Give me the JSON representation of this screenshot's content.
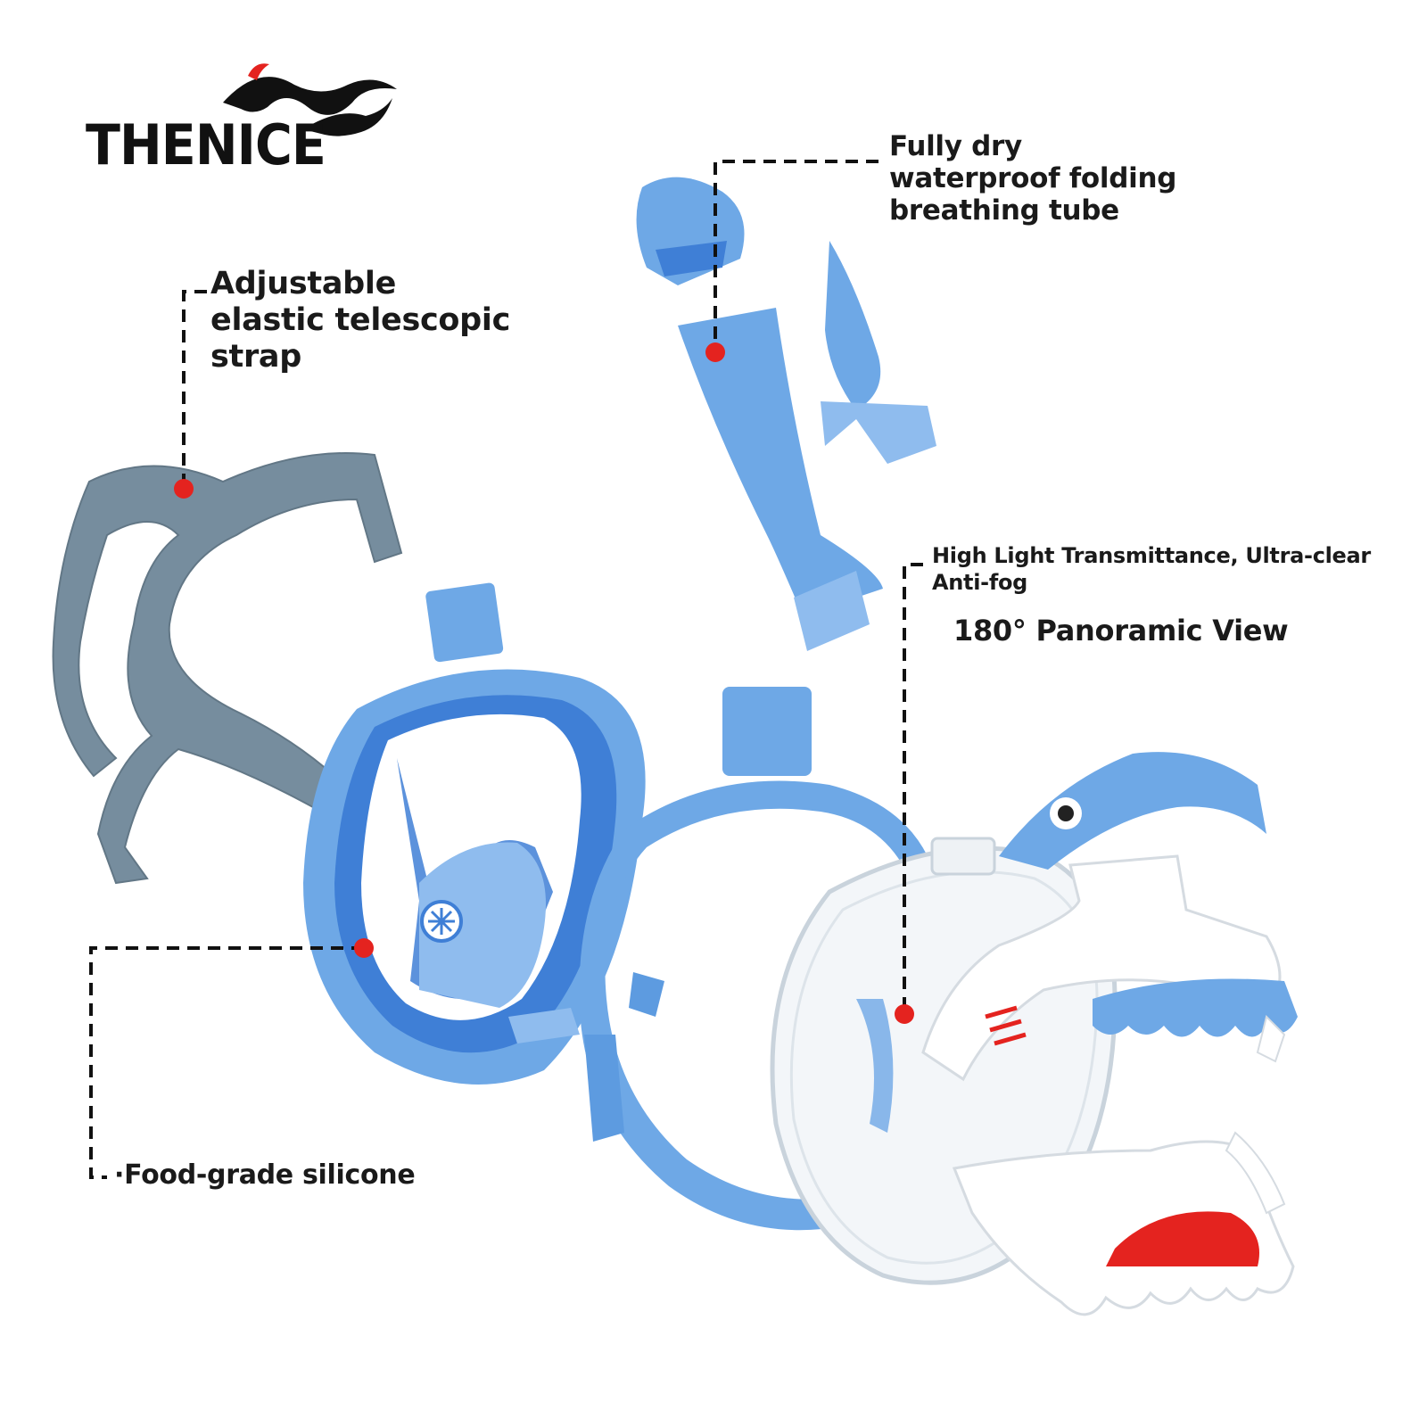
{
  "brand": {
    "name": "THENICE"
  },
  "callouts": {
    "tube": [
      "Fully dry",
      "waterproof folding",
      "breathing tube"
    ],
    "strap": [
      "Adjustable",
      "elastic telescopic",
      "strap"
    ],
    "lens_line1": "High Light Transmittance, Ultra-clear",
    "lens_line2": "Anti-fog",
    "panoramic": "180° Panoramic View",
    "silicone": "·Food-grade silicone"
  },
  "colors": {
    "mask_blue": "#6ea8e6",
    "mask_blue_dark": "#3f7fd6",
    "strap_gray": "#6f8799",
    "accent_red": "#e4231f",
    "leader_line": "#111111"
  }
}
